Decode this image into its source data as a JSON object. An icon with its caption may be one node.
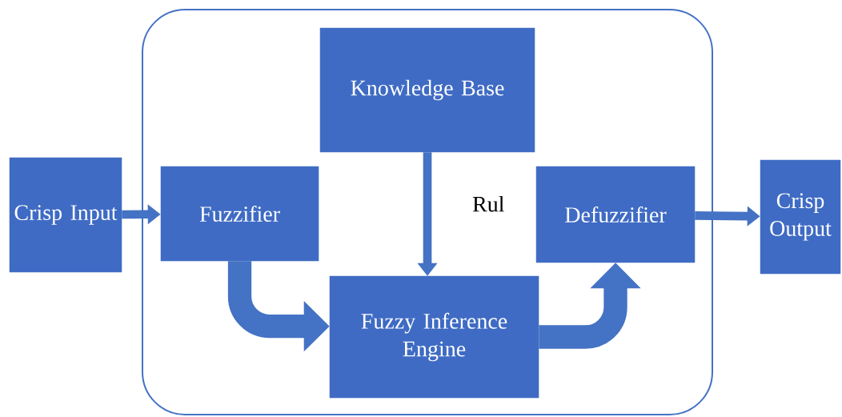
{
  "diagram": {
    "nodes": [
      {
        "text": [],
        "shape": "box"
      },
      {
        "text": [
          "Crisp Input"
        ]
      },
      {
        "text": [
          "Fuzzifier"
        ],
        "in": 0
      },
      {
        "text": [
          "Knowledge Base"
        ],
        "in": 0
      },
      {
        "text": [
          "Fuzzy Inference Engine"
        ],
        "in": 0
      },
      {
        "text": [
          "Defuzzifier"
        ],
        "in": 0
      },
      {
        "text": [
          "Crisp Output"
        ]
      }
    ],
    "edges": [
      {
        "from": 1,
        "to": 2,
        "arrow": "to"
      },
      {
        "from": 2,
        "to": 4,
        "arrow": "to",
        "style": "thick"
      },
      {
        "from": 3,
        "to": 4,
        "arrow": "to",
        "label": "Rul"
      },
      {
        "from": 4,
        "to": 5,
        "arrow": "to",
        "style": "thick"
      },
      {
        "from": 5,
        "to": 6,
        "arrow": "to"
      }
    ]
  }
}
